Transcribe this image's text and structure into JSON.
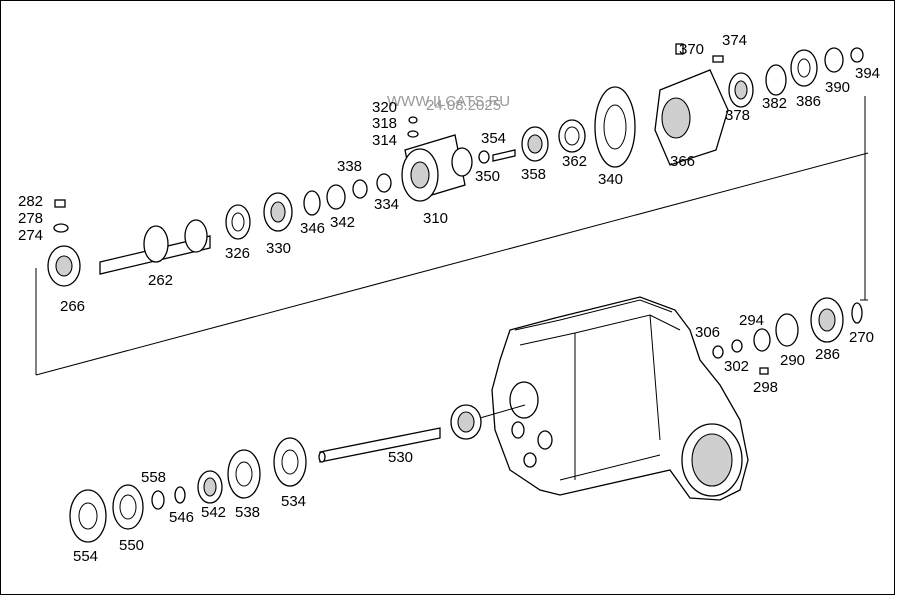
{
  "watermark": {
    "line1": "WWW.ILCATS.RU",
    "line2": "24.08.2025"
  },
  "labels": [
    "370",
    "374",
    "394",
    "390",
    "386",
    "382",
    "378",
    "366",
    "340",
    "362",
    "358",
    "354",
    "350",
    "320",
    "318",
    "314",
    "338",
    "334",
    "310",
    "342",
    "346",
    "330",
    "326",
    "262",
    "282",
    "278",
    "274",
    "266",
    "306",
    "294",
    "302",
    "298",
    "290",
    "286",
    "270",
    "530",
    "558",
    "546",
    "542",
    "538",
    "534",
    "554",
    "550"
  ]
}
